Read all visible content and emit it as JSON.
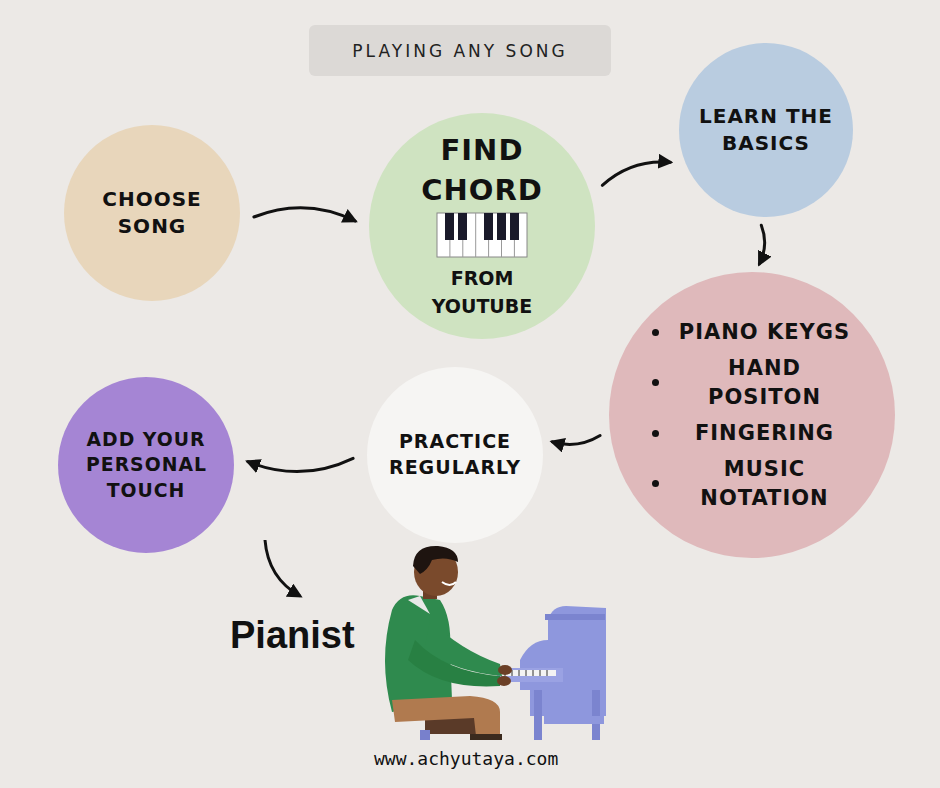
{
  "diagram": {
    "title": "PLAYING ANY SONG",
    "nodes": [
      {
        "text": [
          "CHOOSE SONG"
        ]
      },
      {
        "text": [
          "FIND CHORD",
          "FROM YOUTUBE"
        ]
      },
      {
        "text": [
          "LEARN THE BASICS"
        ]
      },
      {
        "text": [
          "PIANO KEYGS",
          "HAND POSITON",
          "FINGERING",
          "MUSIC NOTATION"
        ]
      },
      {
        "text": [
          "PRACTICE REGULARLY"
        ]
      },
      {
        "text": [
          "ADD YOUR PERSONAL TOUCH"
        ]
      }
    ],
    "edges": [
      {
        "from": 0,
        "to": 1,
        "arrow": "to"
      },
      {
        "from": 1,
        "to": 2,
        "arrow": "to"
      },
      {
        "from": 2,
        "to": 3,
        "arrow": "to"
      },
      {
        "from": 3,
        "to": 4,
        "arrow": "to"
      },
      {
        "from": 4,
        "to": 5,
        "arrow": "to"
      }
    ],
    "labels": [
      "Pianist",
      "www.achyutaya.com"
    ]
  }
}
